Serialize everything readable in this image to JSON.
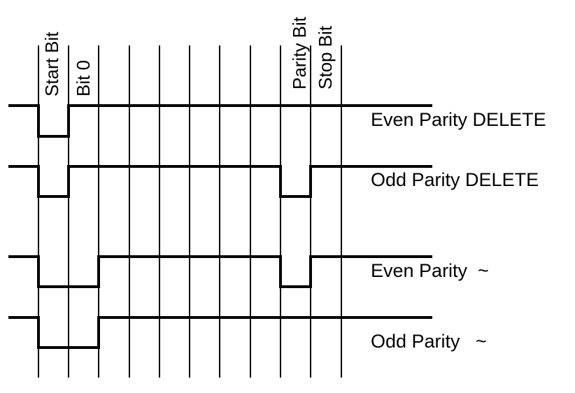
{
  "bit_labels": {
    "start_bit": "Start Bit",
    "bit_0": "Bit 0",
    "parity_bit": "Parity Bit",
    "stop_bit": "Stop Bit"
  },
  "waveforms": [
    {
      "label": "Even Parity DELETE",
      "levels": [
        1,
        0,
        1,
        1,
        1,
        1,
        1,
        1,
        1,
        1,
        1
      ]
    },
    {
      "label": "Odd Parity DELETE",
      "levels": [
        1,
        0,
        1,
        1,
        1,
        1,
        1,
        1,
        1,
        0,
        1
      ]
    },
    {
      "label": "Even Parity  ~",
      "levels": [
        1,
        0,
        0,
        1,
        1,
        1,
        1,
        1,
        1,
        0,
        1
      ]
    },
    {
      "label": "Odd Parity   ~",
      "levels": [
        1,
        0,
        0,
        1,
        1,
        1,
        1,
        1,
        1,
        1,
        1
      ]
    }
  ]
}
